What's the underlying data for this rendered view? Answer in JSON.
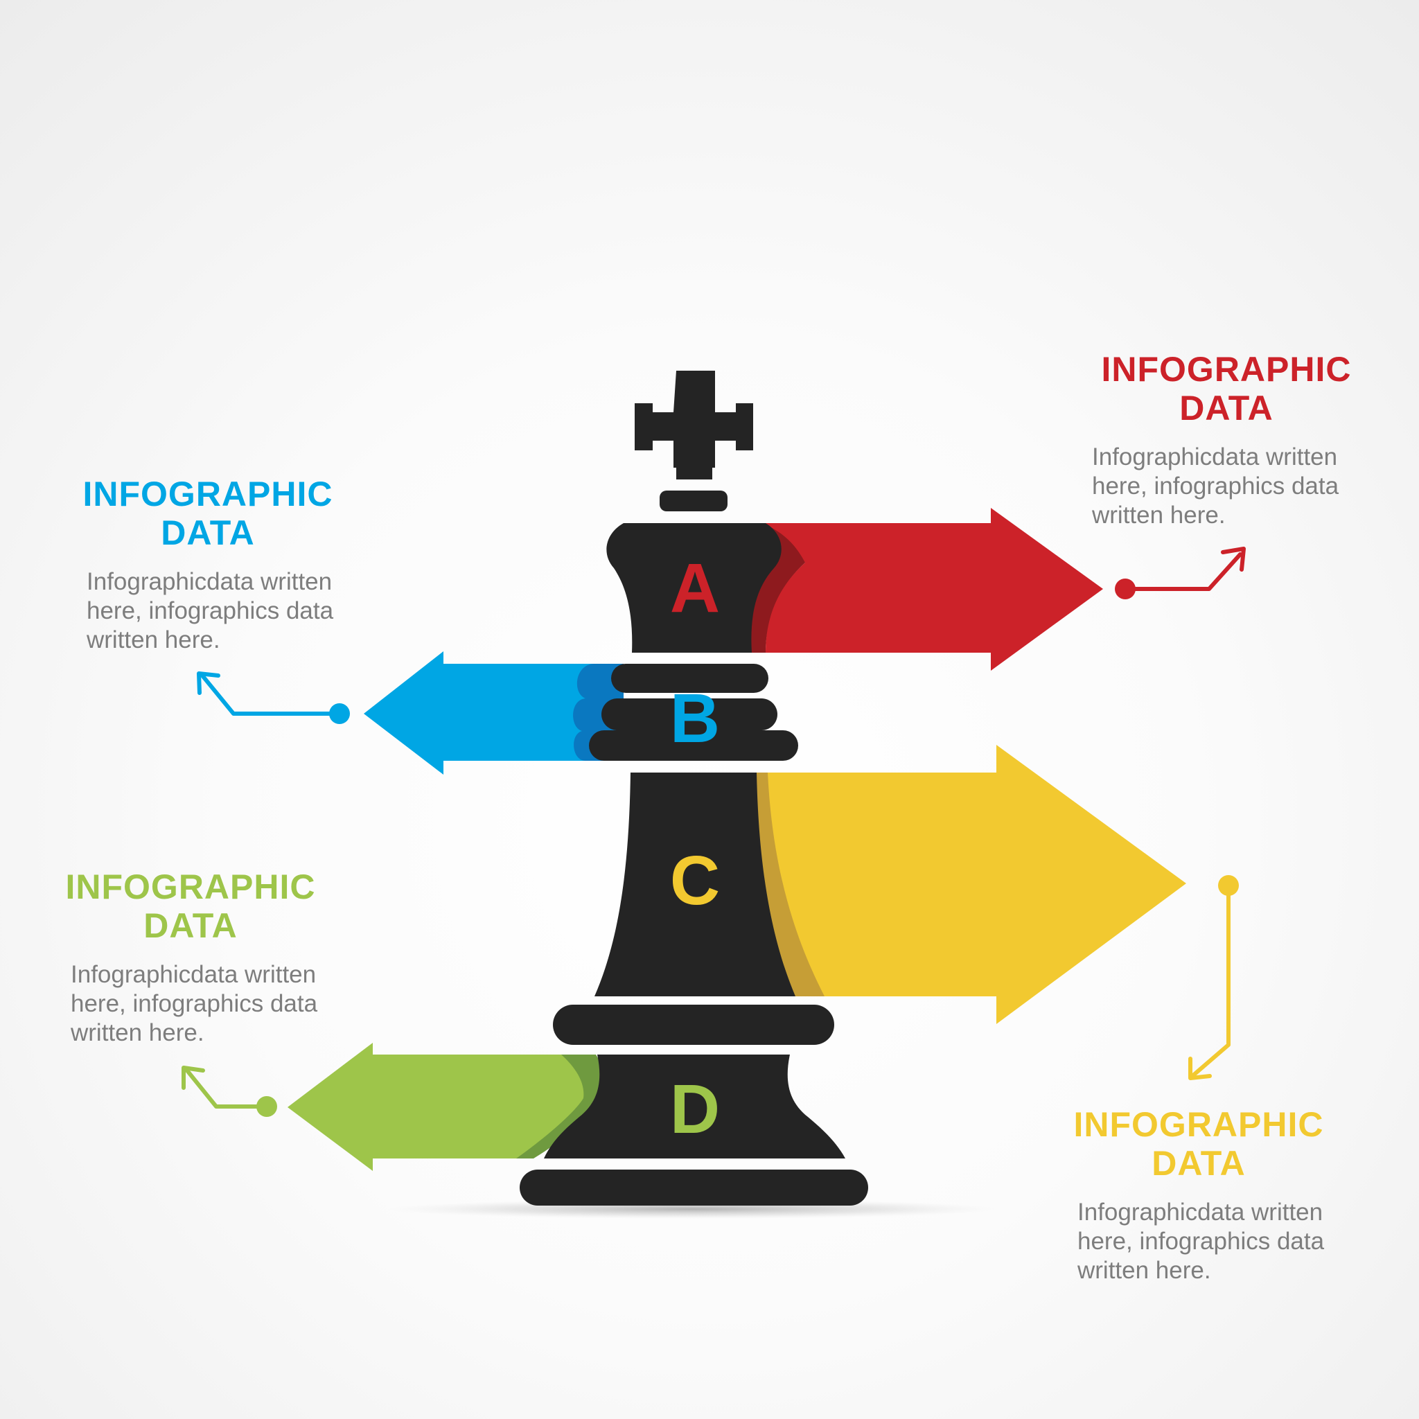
{
  "colors": {
    "red": "#cc2229",
    "red_dark": "#8e1a1e",
    "blue": "#00a6e4",
    "blue_dark": "#0a78c0",
    "yellow": "#f2c930",
    "yellow_dark": "#c69e36",
    "green": "#9ec54a",
    "green_dark": "#6f9a3f",
    "piece": "#242424"
  },
  "segments": [
    {
      "letter": "A",
      "color": "red"
    },
    {
      "letter": "B",
      "color": "blue"
    },
    {
      "letter": "C",
      "color": "yellow"
    },
    {
      "letter": "D",
      "color": "green"
    }
  ],
  "callouts": {
    "a": {
      "title_line1": "INFOGRAPHIC",
      "title_line2": "DATA",
      "body_line1": "Infographicdata written",
      "body_line2": "here, infographics data",
      "body_line3": "written here."
    },
    "b": {
      "title_line1": "INFOGRAPHIC",
      "title_line2": "DATA",
      "body_line1": "Infographicdata written",
      "body_line2": "here, infographics data",
      "body_line3": "written here."
    },
    "c": {
      "title_line1": "INFOGRAPHIC",
      "title_line2": "DATA",
      "body_line1": "Infographicdata written",
      "body_line2": "here, infographics data",
      "body_line3": "written here."
    },
    "d": {
      "title_line1": "INFOGRAPHIC",
      "title_line2": "DATA",
      "body_line1": "Infographicdata written",
      "body_line2": "here, infographics data",
      "body_line3": "written here."
    }
  }
}
